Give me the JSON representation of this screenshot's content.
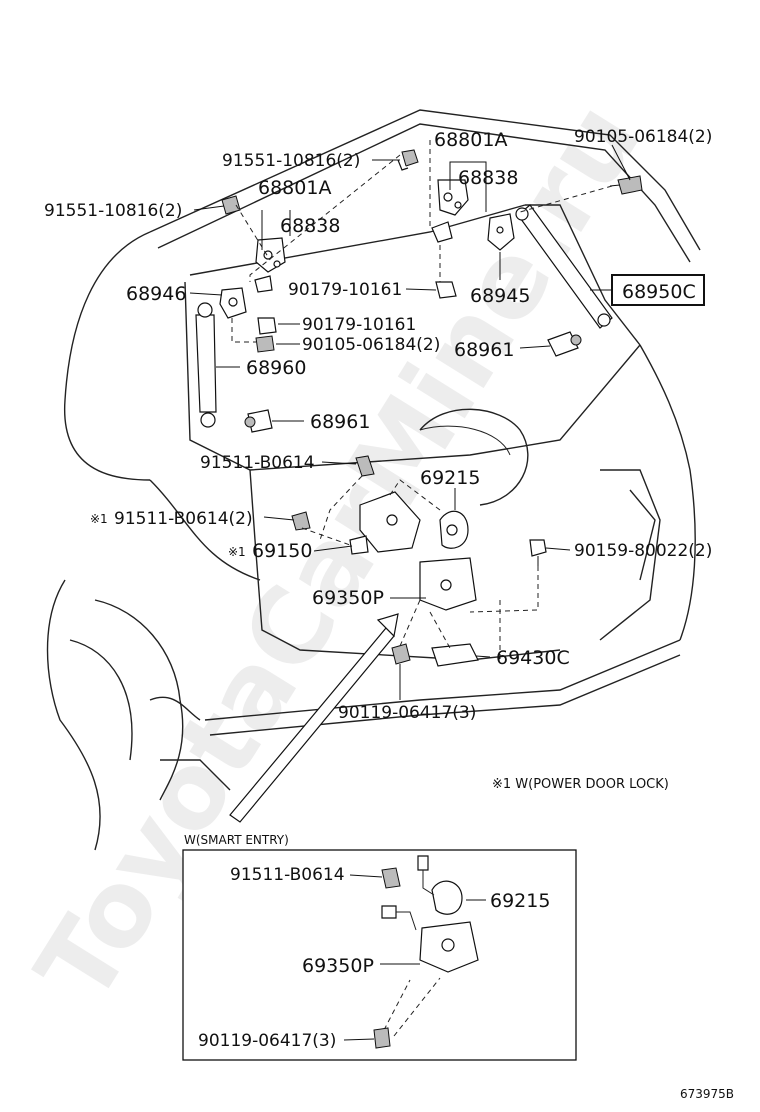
{
  "watermark": "ToyotaCarMine.ru",
  "parts": {
    "p91551_top": "91551-10816(2)",
    "p68801a_top": "68801A",
    "p68838_top": "68838",
    "p90105_top": "90105-06184(2)",
    "p91551_left": "91551-10816(2)",
    "p68801a_left": "68801A",
    "p68838_left": "68838",
    "p68946": "68946",
    "p90179_a": "90179-10161",
    "p68945": "68945",
    "p68950c": "68950C",
    "p90179_b": "90179-10161",
    "p90105_mid": "90105-06184(2)",
    "p68961_right": "68961",
    "p68960": "68960",
    "p68961_left": "68961",
    "p91511_a": "91511-B0614",
    "p69215": "69215",
    "p91511_b": "91511-B0614(2)",
    "mark_b": "※1",
    "p90159": "90159-80022(2)",
    "p69150": "69150",
    "mark_c": "※1",
    "p69350p": "69350P",
    "p69430c": "69430C",
    "p90119": "90119-06417(3)"
  },
  "notes": {
    "power_door_lock": "※1 W(POWER DOOR LOCK)",
    "smart_entry": "W(SMART ENTRY)"
  },
  "inset": {
    "p91511": "91511-B0614",
    "p69215": "69215",
    "p69350p": "69350P",
    "p90119": "90119-06417(3)"
  },
  "diagram_id": "673975B"
}
